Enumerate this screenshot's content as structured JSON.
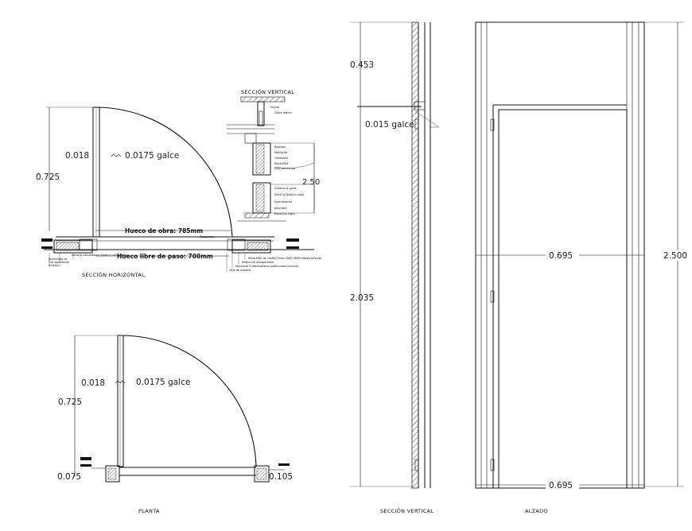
{
  "planta": {
    "dim_height": "0.725",
    "dim_frame": "0.018",
    "dim_galce": "0.0175 galce",
    "dim_left": "0.075",
    "dim_right": "0.105",
    "caption": "PLANTA"
  },
  "seccion_horizontal": {
    "dim_height": "0.725",
    "dim_frame": "0.018",
    "dim_galce": "0.0175 galce",
    "hueco_obra": "Hueco de obra: 785mm",
    "hueco_paso": "Hueco libre de paso: 700mm",
    "caption": "SECCIÓN HORIZONTAL",
    "notes": {
      "tapajunta": "Tapajuntas",
      "left_a": "Atornillado de",
      "left_b": "Tira soportante",
      "left_c": "(interior)",
      "left_d": "Canal & dibuloditono fijado a cantoforma",
      "r1": "Pieza MDF de 10x60/70mm MDF-HRMO-Madera/Fondo",
      "r2": "Rodillo DK autoportante",
      "r3": "Montante & dibuloditono (pobla cama precord)",
      "r4": "Hoja de madera"
    }
  },
  "seccion_vertical_detail": {
    "title": "SECCIÓN VERTICAL",
    "dim": "2.50",
    "notes": {
      "n1": "Hoyita",
      "n2": "Galce lateral",
      "n3": "Bastidor",
      "n4": "Montante",
      "n5": "Travesaño",
      "n6": "Placa MDF",
      "n7": "Hoja estructura",
      "n8": "Sistema & galce",
      "n9": "Canal & fijado a suelo",
      "n10": "Hoja exterior",
      "n11": "Alfombra",
      "n12": "Pieza (sin hoja)"
    }
  },
  "seccion_vertical": {
    "dim_top": "0.453",
    "dim_galce": "0.015 galce",
    "dim_mid": "2.035",
    "caption": "SECCIÓN VERTICAL"
  },
  "alzado": {
    "dim_width": "0.695",
    "dim_width_bottom": "0.695",
    "dim_height": "2.500",
    "caption": "ALZADO"
  }
}
